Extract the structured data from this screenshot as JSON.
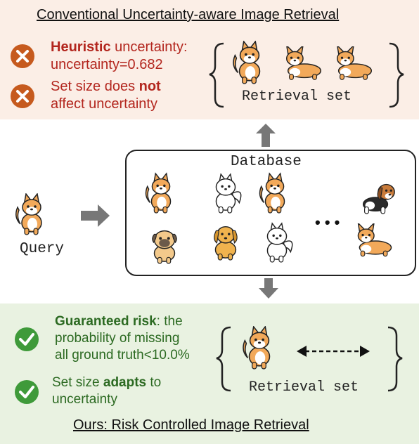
{
  "top_panel": {
    "title": "Conventional Uncertainty-aware Image Retrieval",
    "point1": {
      "bold": "Heuristic",
      "rest": " uncertainty:",
      "line2": "uncertainty=0.682"
    },
    "point2": {
      "line1_a": "Set size does ",
      "line1_bold": "not",
      "line2": "affect uncertainty"
    },
    "set_label": "Retrieval set",
    "status_icon": "cross-icon",
    "accent_color": "#c0392b"
  },
  "middle": {
    "query_label": "Query",
    "database_label": "Database",
    "ellipsis": "• • •"
  },
  "bottom_panel": {
    "title": "Ours: Risk Controlled Image Retrieval",
    "point1": {
      "bold": "Guaranteed risk",
      "rest": ": the",
      "line2": "probability of missing",
      "line3": "all ground truth<10.0%"
    },
    "point2": {
      "line1_a": "Set size ",
      "line1_bold": "adapts",
      "line1_b": " to",
      "line2": "uncertainty"
    },
    "set_label": "Retrieval set",
    "status_icon": "check-icon",
    "accent_color": "#3e8e2e"
  }
}
